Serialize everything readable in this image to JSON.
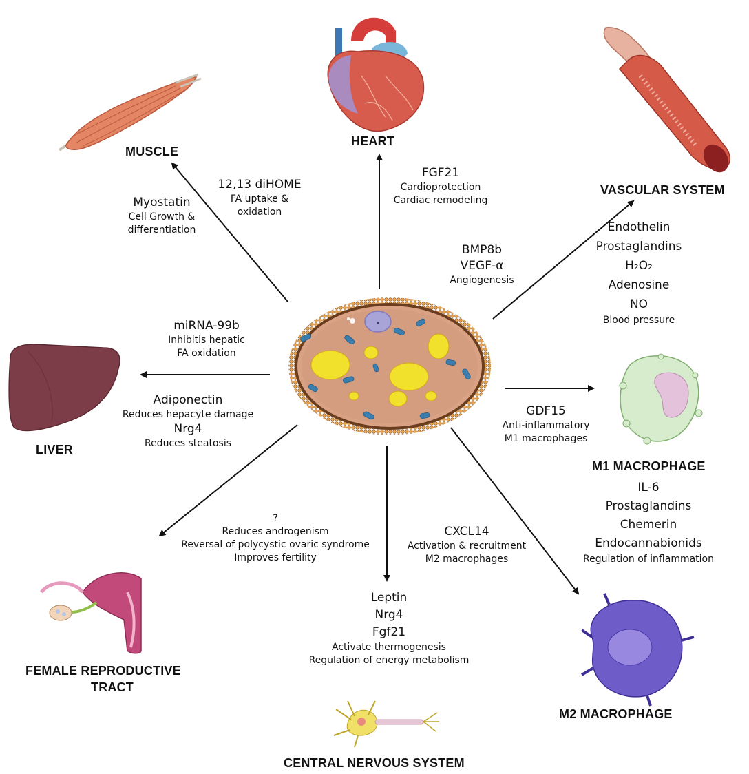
{
  "organs": {
    "muscle": "MUSCLE",
    "heart": "HEART",
    "vascular": "VASCULAR SYSTEM",
    "liver": "LIVER",
    "m1": "M1 MACROPHAGE",
    "frt_line1": "FEMALE REPRODUCTIVE",
    "frt_line2": "TRACT",
    "m2": "M2 MACROPHAGE",
    "cns": "CENTRAL NERVOUS SYSTEM"
  },
  "muscle_left": {
    "factor": "Myostatin",
    "effects": [
      "Cell Growth &",
      "differentiation"
    ]
  },
  "muscle_right": {
    "factor": "12,13 diHOME",
    "effects": [
      "FA uptake &",
      "oxidation"
    ]
  },
  "heart": {
    "factor": "FGF21",
    "effects": [
      "Cardioprotection",
      "Cardiac remodeling"
    ]
  },
  "vascular_left": {
    "factors": [
      "BMP8b",
      "VEGF-α"
    ],
    "effects": [
      "Angiogenesis"
    ]
  },
  "vascular_right": {
    "factors": [
      "Endothelin",
      "Prostaglandins",
      "H₂O₂",
      "Adenosine",
      "NO"
    ],
    "effects": [
      "Blood pressure"
    ]
  },
  "liver_top": {
    "factor": "miRNA-99b",
    "effects": [
      "Inhibitis hepatic",
      "FA oxidation"
    ]
  },
  "liver_bottom": {
    "factor1": "Adiponectin",
    "effect1": "Reduces hepacyte damage",
    "factor2": "Nrg4",
    "effect2": "Reduces steatosis"
  },
  "m1": {
    "factor": "GDF15",
    "effects": [
      "Anti-inflammatory",
      "M1 macrophages"
    ]
  },
  "m1_below": {
    "factors": [
      "IL-6",
      "Prostaglandins",
      "Chemerin",
      "Endocannabionids"
    ],
    "effects": [
      "Regulation of inflammation"
    ]
  },
  "frt": {
    "factor": "?",
    "effects": [
      "Reduces androgenism",
      "Reversal of polycystic ovaric syndrome",
      "Improves fertility"
    ]
  },
  "m2": {
    "factor": "CXCL14",
    "effects": [
      "Activation & recruitment",
      "M2 macrophages"
    ]
  },
  "cns": {
    "factors": [
      "Leptin",
      "Nrg4",
      "Fgf21"
    ],
    "effects": [
      "Activate thermogenesis",
      "Regulation of energy metabolism"
    ]
  },
  "colors": {
    "arrow": "#111111",
    "membrane_head": "#e7a24a",
    "membrane_inner": "#6b3d1f",
    "cytoplasm": "#d9a285",
    "lipid": "#f2e12c",
    "mito": "#3a7fb0",
    "nucleus": "#a8a4d8",
    "muscle": "#e48563",
    "heart": "#d85c4d",
    "vessel": "#d65a48",
    "liver": "#7d3d48",
    "m1_cell": "#d7eccc",
    "m2_cell": "#6e5dc8",
    "uterus": "#c24a7a",
    "neuron": "#f0e068"
  }
}
